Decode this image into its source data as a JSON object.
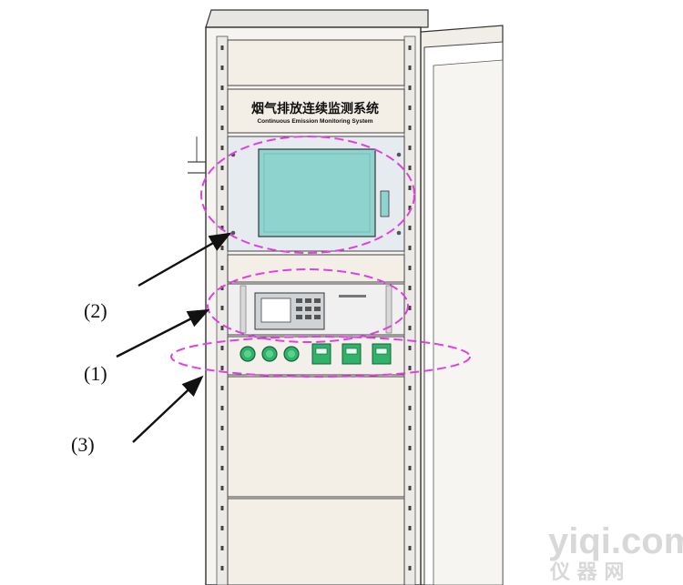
{
  "panel": {
    "title_cn": "烟气排放连续监测系统",
    "title_en": "Continuous Emission Monitoring System"
  },
  "callouts": [
    {
      "label": "(2)"
    },
    {
      "label": "(1)"
    },
    {
      "label": "(3)"
    }
  ],
  "watermark": {
    "text": "yiqi.com",
    "text_cn": "仪 器 网"
  },
  "colors": {
    "highlight": "#e040e0",
    "screen": "#8fd3cf",
    "knob": "#2fb36a",
    "switch": "#2fb36a",
    "cabinet_fill": "#f4f0ea",
    "line": "#333333"
  }
}
